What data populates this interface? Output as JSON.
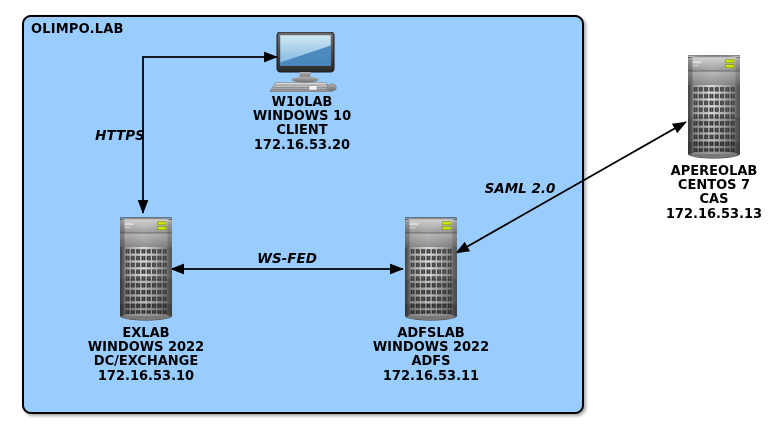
{
  "container": {
    "label": "OLIMPO.LAB"
  },
  "nodes": {
    "w10lab": {
      "icon": "desktop-computer-icon",
      "lines": [
        "W10LAB",
        "WINDOWS 10",
        "CLIENT",
        "172.16.53.20"
      ]
    },
    "exlab": {
      "icon": "server-tower-icon",
      "lines": [
        "EXLAB",
        "WINDOWS 2022",
        "DC/EXCHANGE",
        "172.16.53.10"
      ]
    },
    "adfslab": {
      "icon": "server-tower-icon",
      "lines": [
        "ADFSLAB",
        "WINDOWS 2022",
        "ADFS",
        "172.16.53.11"
      ]
    },
    "apereolab": {
      "icon": "server-tower-icon",
      "lines": [
        "APEREOLAB",
        "CENTOS 7",
        "CAS",
        "172.16.53.13"
      ]
    }
  },
  "edges": {
    "https": {
      "label": "HTTPS",
      "type": "elbow-double-arrow"
    },
    "wsfed": {
      "label": "WS-FED",
      "type": "straight-double-arrow"
    },
    "saml": {
      "label": "SAML 2.0",
      "type": "straight-double-arrow"
    }
  },
  "colors": {
    "container_fill": "#99ccff",
    "container_border": "#000000",
    "arrow": "#000000",
    "text": "#000000",
    "led": "#cce800",
    "screen_top": "#cfe7f6",
    "screen_bottom": "#4a8ec6",
    "page_background": "#ffffff"
  }
}
